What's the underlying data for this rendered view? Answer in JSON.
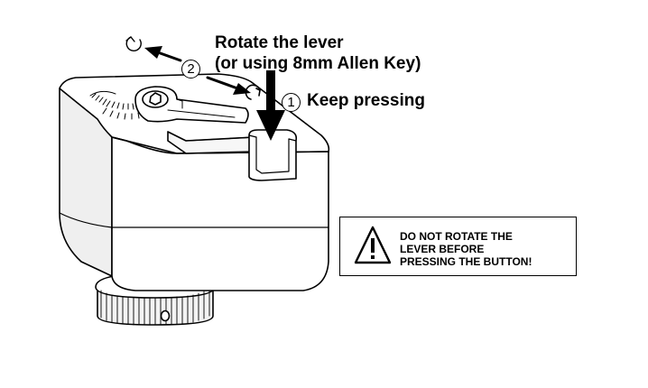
{
  "instructions": {
    "rotate_lever_lines": [
      "Rotate the lever",
      "(or using 8mm Allen Key)"
    ],
    "keep_pressing": "Keep pressing",
    "steps": [
      "1",
      "2"
    ]
  },
  "warning": {
    "lines": [
      "DO NOT ROTATE THE",
      "LEVER BEFORE",
      "PRESSING THE BUTTON!"
    ],
    "icon": "warning-triangle-icon"
  },
  "icons": {
    "rotate_ccw": "rotate-counterclockwise-icon",
    "rotate_cw": "rotate-clockwise-icon",
    "press_arrow": "down-arrow-icon"
  },
  "colors": {
    "line": "#000000",
    "body_shade": "#f3f3f3",
    "background": "#ffffff"
  }
}
